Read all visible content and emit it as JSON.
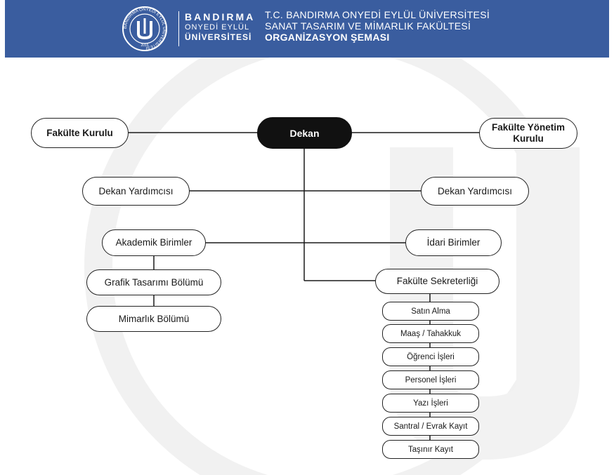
{
  "header": {
    "logo_line1": "BANDIRMA",
    "logo_line2": "ONYEDİ EYLÜL",
    "logo_line3": "ÜNİVERSİTESİ",
    "seal_ring_text": "BANDIRMA ONYEDİ EYLÜL ÜNİVERSİTESİ",
    "seal_year": "2015",
    "title_line1": "T.C. BANDIRMA ONYEDİ EYLÜL ÜNİVERSİTESİ",
    "title_line2": "SANAT TASARIM VE MİMARLIK FAKÜLTESİ",
    "title_line3": "ORGANİZASYON ŞEMASI",
    "color": "#3a5d9f"
  },
  "chart": {
    "dekan": "Dekan",
    "fakulte_kurulu": "Fakülte Kurulu",
    "fakulte_yonetim_kurulu": "Fakülte Yönetim Kurulu",
    "dekan_yardimcisi_left": "Dekan Yardımcısı",
    "dekan_yardimcisi_right": "Dekan Yardımcısı",
    "akademik_birimler": "Akademik Birimler",
    "idari_birimler": "İdari Birimler",
    "grafik_tasarimi": "Grafik Tasarımı Bölümü",
    "mimarlik": "Mimarlık Bölümü",
    "fakulte_sekreterligi": "Fakülte Sekreterliği",
    "sekreterlik_units": [
      "Satın Alma",
      "Maaş / Tahakkuk",
      "Öğrenci İşleri",
      "Personel İşleri",
      "Yazı İşleri",
      "Santral / Evrak Kayıt",
      "Taşınır Kayıt"
    ]
  }
}
